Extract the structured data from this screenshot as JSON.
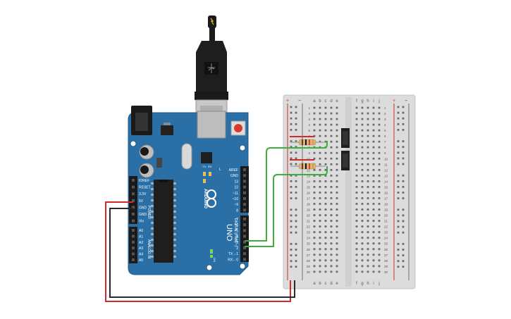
{
  "arduino": {
    "brand": "ARDUINO",
    "model": "UNO",
    "on_label": "ON",
    "tx_label": "TX",
    "rx_label": "RX",
    "l_label": "L",
    "power_label": "POWER",
    "analog_label": "ANALOG IN",
    "digital_label": "DIGITAL (PWM ~)",
    "power_pins": [
      "IOREF",
      "RESET",
      "3.3V",
      "5V",
      "GND",
      "GND",
      "Vin"
    ],
    "analog_pins": [
      "A0",
      "A1",
      "A2",
      "A3",
      "A4",
      "A5"
    ],
    "digital_top": [
      "AREF",
      "GND",
      "13",
      "12",
      "~11",
      "~10",
      "~9",
      "8"
    ],
    "digital_bottom": [
      "7",
      "~6",
      "~5",
      "4",
      "~3",
      "2",
      "TX→1",
      "RX←0"
    ]
  },
  "breadboard": {
    "col_letters_left": [
      "a",
      "b",
      "c",
      "d",
      "e"
    ],
    "col_letters_right": [
      "f",
      "g",
      "h",
      "i",
      "j"
    ],
    "rail_plus": "+",
    "rail_minus": "−",
    "rows": [
      "1",
      "2",
      "3",
      "4",
      "5",
      "6",
      "7",
      "8",
      "9",
      "10",
      "11",
      "12",
      "13",
      "14",
      "15",
      "16",
      "17",
      "18",
      "19",
      "20",
      "21",
      "22",
      "23",
      "24",
      "25",
      "26",
      "27",
      "28",
      "29",
      "30"
    ]
  },
  "colors": {
    "board_blue": "#2a6fa5",
    "wire_red": "#d12a2a",
    "wire_black": "#2a2a2a",
    "wire_green": "#3cae3c",
    "breadboard": "#dcdcdc"
  }
}
